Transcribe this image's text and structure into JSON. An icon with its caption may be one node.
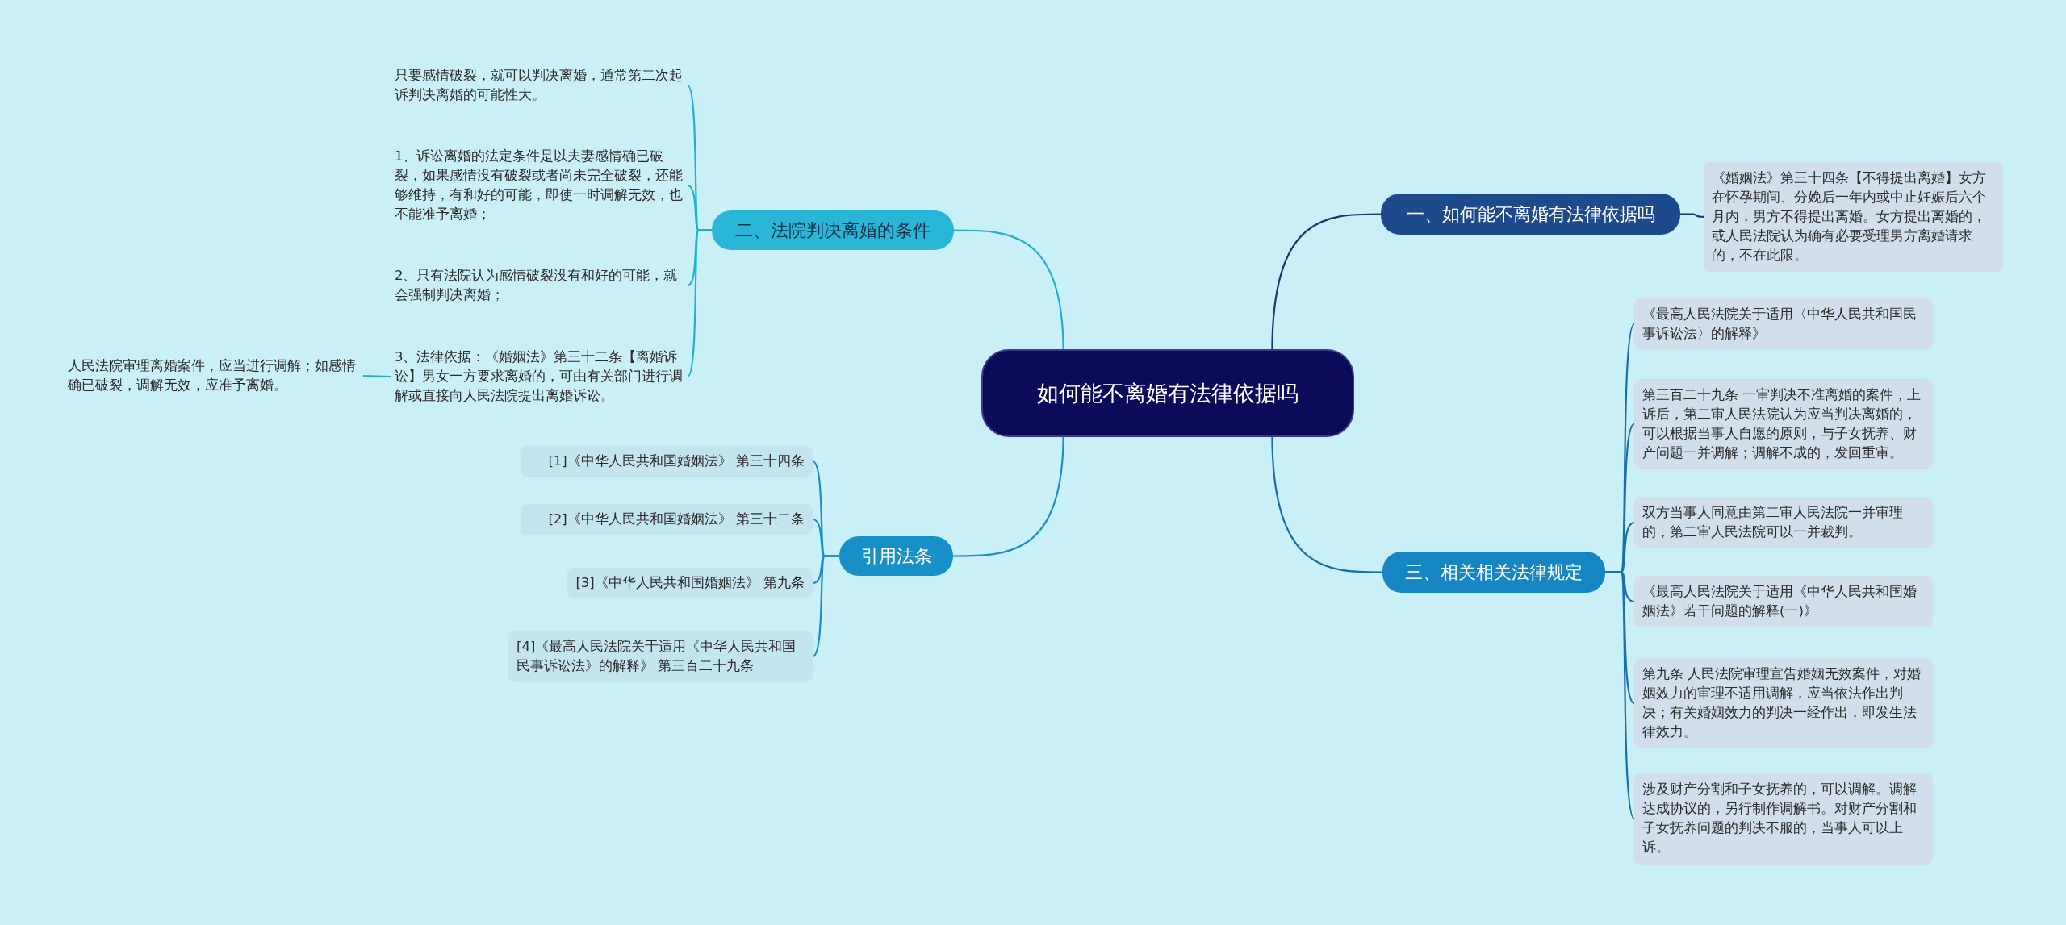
{
  "diagram": {
    "nodes": [
      {
        "text": [
          "如何能不离婚有法律依据吗"
        ]
      },
      {
        "text": [
          "一、如何能不离婚有法律依据吗"
        ]
      },
      {
        "text": [
          "《婚姻法》第三十四条【不得提出离婚】女方在怀孕期间、分娩后一年内或中止妊娠后六个月内，男方不得提出离婚。女方提出离婚的，或人民法院认为确有必要受理男方离婚请求的，不在此限。"
        ]
      },
      {
        "text": [
          "二、法院判决离婚的条件"
        ]
      },
      {
        "text": [
          "只要感情破裂，就可以判决离婚，通常第二次起诉判决离婚的可能性大。"
        ]
      },
      {
        "text": [
          "1、诉讼离婚的法定条件是以夫妻感情确已破裂，如果感情没有破裂或者尚未完全破裂，还能够维持，有和好的可能，即使一时调解无效，也不能准予离婚；"
        ]
      },
      {
        "text": [
          "2、只有法院认为感情破裂没有和好的可能，就会强制判决离婚；"
        ]
      },
      {
        "text": [
          "3、法律依据：《婚姻法》第三十二条【离婚诉讼】男女一方要求离婚的，可由有关部门进行调解或直接向人民法院提出离婚诉讼。"
        ]
      },
      {
        "text": [
          "人民法院审理离婚案件，应当进行调解；如感情确已破裂，调解无效，应准予离婚。"
        ]
      },
      {
        "text": [
          "引用法条"
        ]
      },
      {
        "text": [
          "[1]《中华人民共和国婚姻法》 第三十四条"
        ]
      },
      {
        "text": [
          "[2]《中华人民共和国婚姻法》 第三十二条"
        ]
      },
      {
        "text": [
          "[3]《中华人民共和国婚姻法》 第九条"
        ]
      },
      {
        "text": [
          "[4]《最高人民法院关于适用《中华人民共和国民事诉讼法》的解释》 第三百二十九条"
        ]
      },
      {
        "text": [
          "三、相关相关法律规定"
        ]
      },
      {
        "text": [
          "《最高人民法院关于适用〈中华人民共和国民事诉讼法〉的解释》"
        ]
      },
      {
        "text": [
          "第三百二十九条 一审判决不准离婚的案件，上诉后，第二审人民法院认为应当判决离婚的，可以根据当事人自愿的原则，与子女抚养、财产问题一并调解；调解不成的，发回重审。"
        ]
      },
      {
        "text": [
          "双方当事人同意由第二审人民法院一并审理的，第二审人民法院可以一并裁判。"
        ]
      },
      {
        "text": [
          "《最高人民法院关于适用《中华人民共和国婚姻法》若干问题的解释(一)》"
        ]
      },
      {
        "text": [
          "第九条 人民法院审理宣告婚姻无效案件，对婚姻效力的审理不适用调解，应当依法作出判决；有关婚姻效力的判决一经作出，即发生法律效力。"
        ]
      },
      {
        "text": [
          "涉及财产分割和子女抚养的，可以调解。调解达成协议的，另行制作调解书。对财产分割和子女抚养问题的判决不服的，当事人可以上诉。"
        ]
      }
    ],
    "edges": [
      {
        "from": 0,
        "to": 1,
        "arrow": "none",
        "color": "#17386e"
      },
      {
        "from": 1,
        "to": 2,
        "arrow": "none",
        "color": "#17386e"
      },
      {
        "from": 0,
        "to": 3,
        "arrow": "none",
        "color": "#1fb0d0"
      },
      {
        "from": 3,
        "to": 4,
        "arrow": "none",
        "color": "#1fb0d0"
      },
      {
        "from": 3,
        "to": 5,
        "arrow": "none",
        "color": "#1fb0d0"
      },
      {
        "from": 3,
        "to": 6,
        "arrow": "none",
        "color": "#1fb0d0"
      },
      {
        "from": 3,
        "to": 7,
        "arrow": "none",
        "color": "#1fb0d0"
      },
      {
        "from": 7,
        "to": 8,
        "arrow": "none",
        "color": "#1fb0d0"
      },
      {
        "from": 0,
        "to": 9,
        "arrow": "none",
        "color": "#1a8fc2"
      },
      {
        "from": 9,
        "to": 10,
        "arrow": "none",
        "color": "#1a8fc2"
      },
      {
        "from": 9,
        "to": 11,
        "arrow": "none",
        "color": "#1a8fc2"
      },
      {
        "from": 9,
        "to": 12,
        "arrow": "none",
        "color": "#1a8fc2"
      },
      {
        "from": 9,
        "to": 13,
        "arrow": "none",
        "color": "#1a8fc2"
      },
      {
        "from": 0,
        "to": 14,
        "arrow": "none",
        "color": "#1a6fad"
      },
      {
        "from": 14,
        "to": 15,
        "arrow": "none",
        "color": "#1a6fad"
      },
      {
        "from": 14,
        "to": 16,
        "arrow": "none",
        "color": "#1a6fad"
      },
      {
        "from": 14,
        "to": 17,
        "arrow": "none",
        "color": "#1a6fad"
      },
      {
        "from": 14,
        "to": 18,
        "arrow": "none",
        "color": "#1a6fad"
      },
      {
        "from": 14,
        "to": 19,
        "arrow": "none",
        "color": "#1a6fad"
      },
      {
        "from": 14,
        "to": 20,
        "arrow": "none",
        "color": "#1a6fad"
      }
    ]
  }
}
